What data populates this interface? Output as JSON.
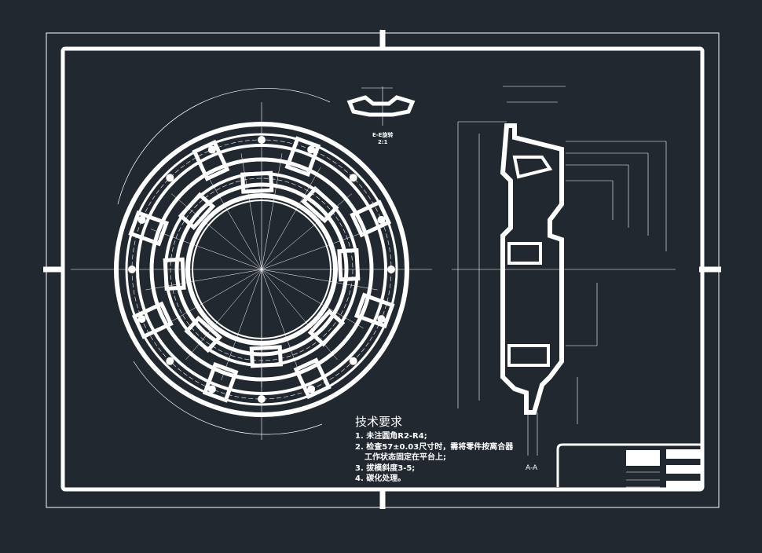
{
  "colors": {
    "background": "#212830",
    "lines": "#ffffff"
  },
  "technical_requirements": {
    "title": "技术要求",
    "items": [
      "1. 未注圆角R2-R4;",
      "2. 检查57±0.03尺寸时，需将零件按离合器",
      "工作状态固定在平台上;",
      "3. 拔模斜度3-5;",
      "4. 碳化处理。"
    ]
  },
  "views": {
    "section_label": "A-A",
    "detail_label": "E-E旋转",
    "detail_scale": "2:1"
  }
}
